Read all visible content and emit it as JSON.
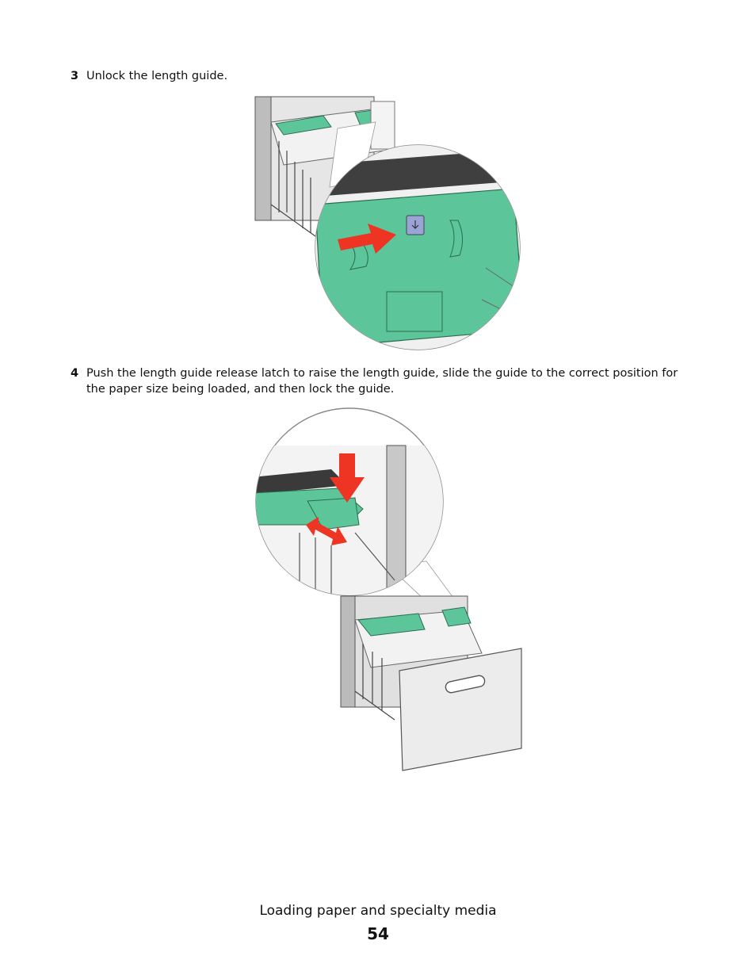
{
  "steps": [
    {
      "number": "3",
      "text": "Unlock the length guide."
    },
    {
      "number": "4",
      "text": "Push the length guide release latch to raise the length guide, slide the guide to the correct position for the paper size being loaded, and then lock the guide."
    }
  ],
  "footer": {
    "section_title": "Loading paper and specialty media",
    "page_number": "54"
  },
  "colors": {
    "guide_green": "#5cc59a",
    "arrow_red": "#ee3524",
    "tray_gray": "#d9d9d9"
  }
}
